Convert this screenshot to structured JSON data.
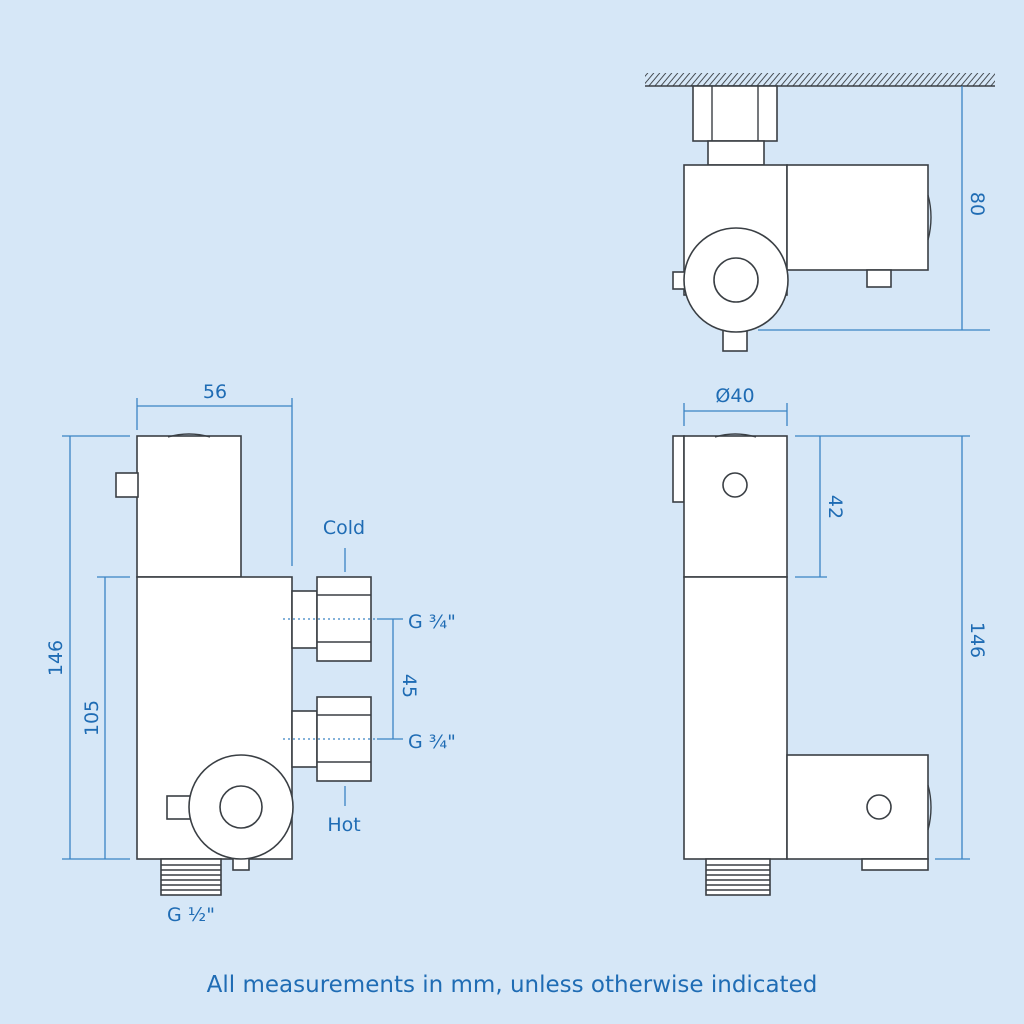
{
  "side_view": {
    "width_label": "56",
    "height_label": "146",
    "outlet_height_label": "105",
    "inlet_spacing_label": "45",
    "cold_label": "Cold",
    "hot_label": "Hot",
    "cold_thread_label": "G ¾\"",
    "hot_thread_label": "G ¾\"",
    "outlet_thread_label": "G ½\""
  },
  "top_view": {
    "projection_label": "80"
  },
  "front_view": {
    "diameter_label": "Ø40",
    "upper_height_label": "42",
    "height_label": "146"
  },
  "footer": {
    "note": "All measurements in mm, unless otherwise indicated"
  },
  "colors": {
    "background": "#d6e7f7",
    "dimension": "#3b84c4",
    "text": "#1f6cb4"
  }
}
